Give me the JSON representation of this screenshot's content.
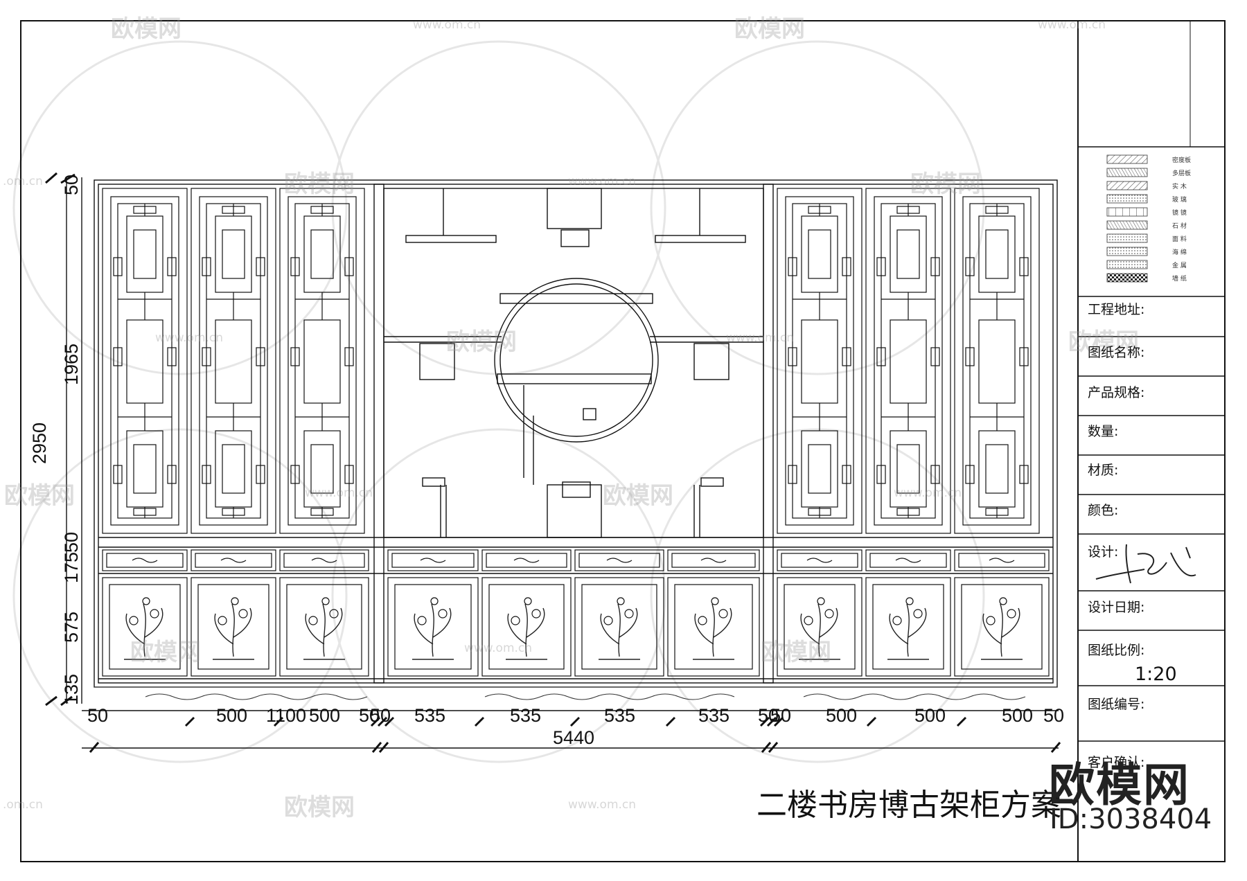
{
  "drawing": {
    "title": "二楼书房博古架柜方案",
    "watermark_brand": "欧模网",
    "watermark_id": "ID:3038404",
    "watermark_url": "www.om.cn",
    "watermark_url_short": ".om.cn",
    "watermark_text": "欧模网",
    "line_color": "#111111"
  },
  "dimensions": {
    "vertical": {
      "top_gap": "50",
      "upper_cabinet": "1965",
      "total_height": "2950",
      "mid_gap": "50",
      "mid_band": "175",
      "lower_cabinet": "575",
      "base": "135"
    },
    "horizontal": {
      "segments": [
        "50",
        "500",
        "1100",
        "500",
        "50",
        "50",
        "535",
        "535",
        "535",
        "535",
        "50",
        "50",
        "500",
        "500",
        "500",
        "50"
      ],
      "total": "5440"
    }
  },
  "legend": {
    "items": [
      {
        "label": "密度板"
      },
      {
        "label": "多层板"
      },
      {
        "label": "实 木"
      },
      {
        "label": "玻 璃"
      },
      {
        "label": "镜 镜"
      },
      {
        "label": "石 材"
      },
      {
        "label": "面 料"
      },
      {
        "label": "海 绵"
      },
      {
        "label": "金 属"
      },
      {
        "label": "墙 纸"
      }
    ]
  },
  "title_block": {
    "fields": [
      {
        "label": "工程地址:"
      },
      {
        "label": "图纸名称:"
      },
      {
        "label": "产品规格:"
      },
      {
        "label": "数量:"
      },
      {
        "label": "材质:"
      },
      {
        "label": "颜色:"
      },
      {
        "label": "设计:"
      },
      {
        "label": "设计日期:"
      },
      {
        "label": "图纸比例:"
      },
      {
        "label": "图纸编号:"
      },
      {
        "label": "客户确认:"
      }
    ],
    "scale_value": "1:20"
  }
}
